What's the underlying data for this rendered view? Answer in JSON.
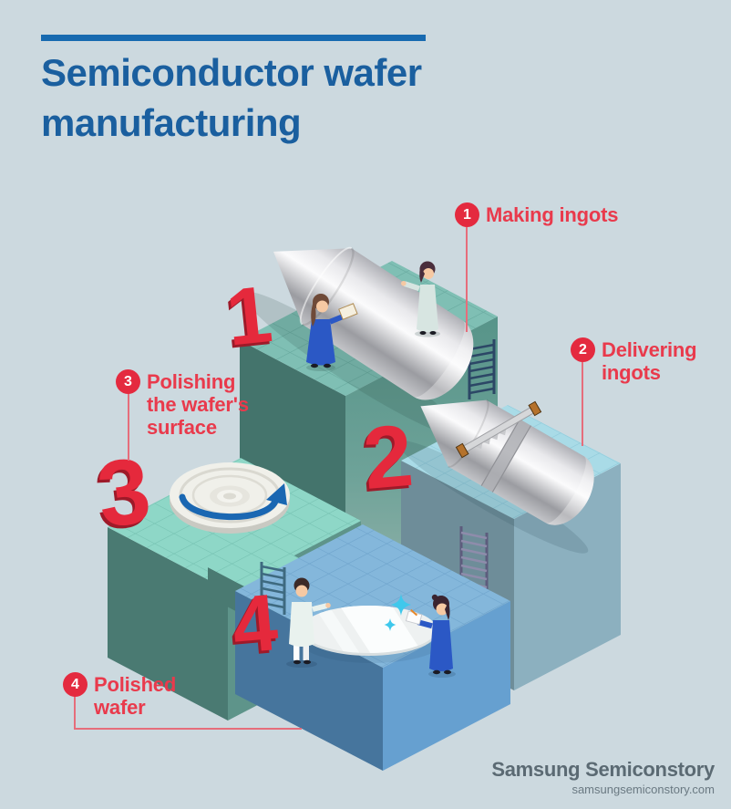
{
  "header": {
    "title": "Semiconductor wafer\nmanufacturing"
  },
  "callouts": [
    {
      "number": "1",
      "label": "Making ingots"
    },
    {
      "number": "2",
      "label": "Delivering\ningots"
    },
    {
      "number": "3",
      "label": "Polishing\nthe wafer's\nsurface"
    },
    {
      "number": "4",
      "label": "Polished\nwafer"
    }
  ],
  "footer": {
    "brand": "Samsung Semiconstory",
    "website": "samsungsemiconstory.com"
  },
  "colors": {
    "background": "#ccd9df",
    "accent_blue": "#176ab0",
    "title_blue": "#1a5f9f",
    "label_red": "#e93a4c",
    "badge_red": "#e42a3f",
    "numeral_red": "#e5293c",
    "arrow_blue": "#1a67b2",
    "sparkle_cyan": "#3fc8ec"
  }
}
